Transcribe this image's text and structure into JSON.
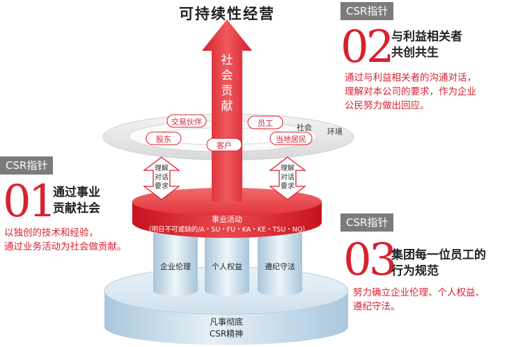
{
  "diagram": {
    "title": "可持续性经营",
    "arrow_label": "社\n会\n贡\n献",
    "stakeholders": {
      "trade_partner": "交易伙伴",
      "employee": "员工",
      "society": "社会",
      "environment": "环境",
      "shareholder": "股东",
      "customer": "客户",
      "local_resident": "当地居民"
    },
    "understanding_label": "理解\n对话\n要求",
    "business_disc": {
      "title": "事业活动",
      "subtitle": "（明日不可或缺的/A・SU・FU・KA・KE・TSU・NO）"
    },
    "pillars": [
      "企业伦理",
      "个人权益",
      "遵纪守法"
    ],
    "base": {
      "line1": "凡事彻底",
      "line2": "CSR精神"
    }
  },
  "sections": [
    {
      "tag": "CSR指针",
      "number": "01",
      "heading_line1": "通过事业",
      "heading_line2": "贡献社会",
      "desc_line1": "以独创的技术和经验，",
      "desc_line2": "通过业务活动为社会做贡献。"
    },
    {
      "tag": "CSR指针",
      "number": "02",
      "heading_line1": "与利益相关者",
      "heading_line2": "共创共生",
      "desc_line1": "通过与利益相关者的沟通对话，",
      "desc_line2": "理解对本公司的要求，作为企业",
      "desc_line3": "公民努力做出回应。"
    },
    {
      "tag": "CSR指针",
      "number": "03",
      "heading_line1": "集团每一位员工的",
      "heading_line2": "行为规范",
      "desc_line1": "努力确立企业伦理、个人权益、",
      "desc_line2": "遵纪守法。"
    }
  ],
  "colors": {
    "accent_red": "#d9202f",
    "tag_gray": "#7b7b7b",
    "base_blue": "#bcd6e8"
  }
}
